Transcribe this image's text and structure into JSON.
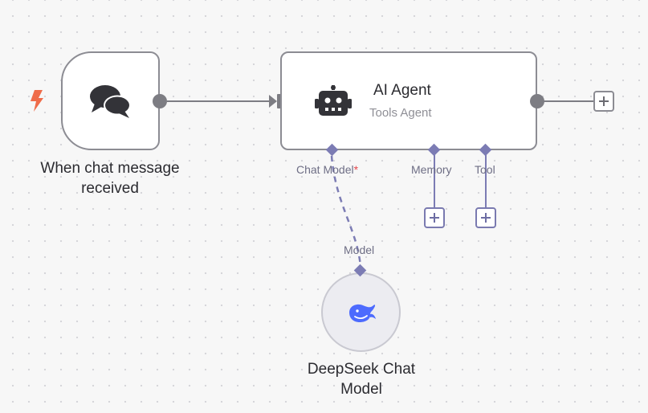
{
  "workflow": {
    "trigger_node": {
      "label_line1": "When chat message",
      "label_line2": "received",
      "icon": "chat-bubbles-icon",
      "badge_icon": "lightning-bolt-icon"
    },
    "agent_node": {
      "title": "AI Agent",
      "subtitle": "Tools Agent",
      "icon": "robot-icon",
      "ports": {
        "chat_model": "Chat Model",
        "chat_model_required": "*",
        "memory": "Memory",
        "tool": "Tool"
      }
    },
    "model_node": {
      "port_label": "Model",
      "label_line1": "DeepSeek Chat",
      "label_line2": "Model",
      "icon": "deepseek-whale-icon"
    }
  },
  "colors": {
    "node_border": "#8c8c93",
    "connection": "#7d7d83",
    "sub_connection": "#7c7cb4",
    "trigger_bolt": "#ef6c4a",
    "deepseek_blue": "#4d6bfe",
    "required_mark": "#e5484d"
  }
}
